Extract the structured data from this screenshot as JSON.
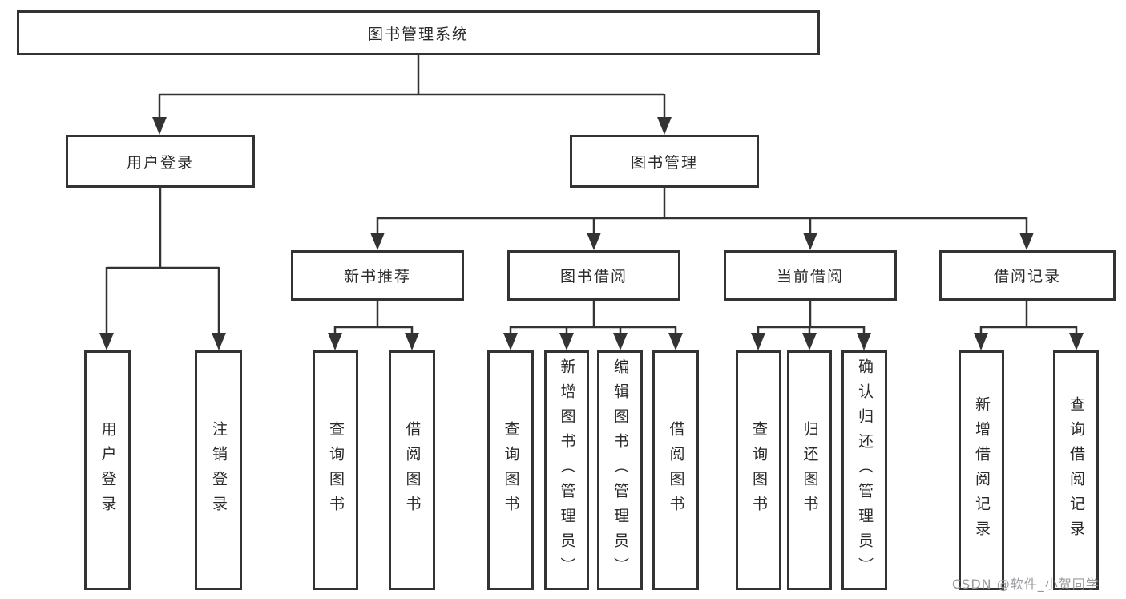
{
  "tree": {
    "root": "图书管理系统",
    "user_login": {
      "label": "用户登录",
      "children": [
        "用户登录",
        "注销登录"
      ]
    },
    "book_mgmt": {
      "label": "图书管理",
      "sections": [
        {
          "label": "新书推荐",
          "children": [
            "查询图书",
            "借阅图书"
          ]
        },
        {
          "label": "图书借阅",
          "children": [
            "查询图书",
            "新增图书（管理员）",
            "编辑图书（管理员）",
            "借阅图书"
          ]
        },
        {
          "label": "当前借阅",
          "children": [
            "查询图书",
            "归还图书",
            "确认归还（管理员）"
          ]
        },
        {
          "label": "借阅记录",
          "children": [
            "新增借阅记录",
            "查询借阅记录"
          ]
        }
      ]
    }
  },
  "watermark": "CSDN @软件_小贺同学",
  "colors": {
    "line": "#333333",
    "text": "#2a2a2a",
    "watermark": "#94949980",
    "background": "#ffffff"
  }
}
